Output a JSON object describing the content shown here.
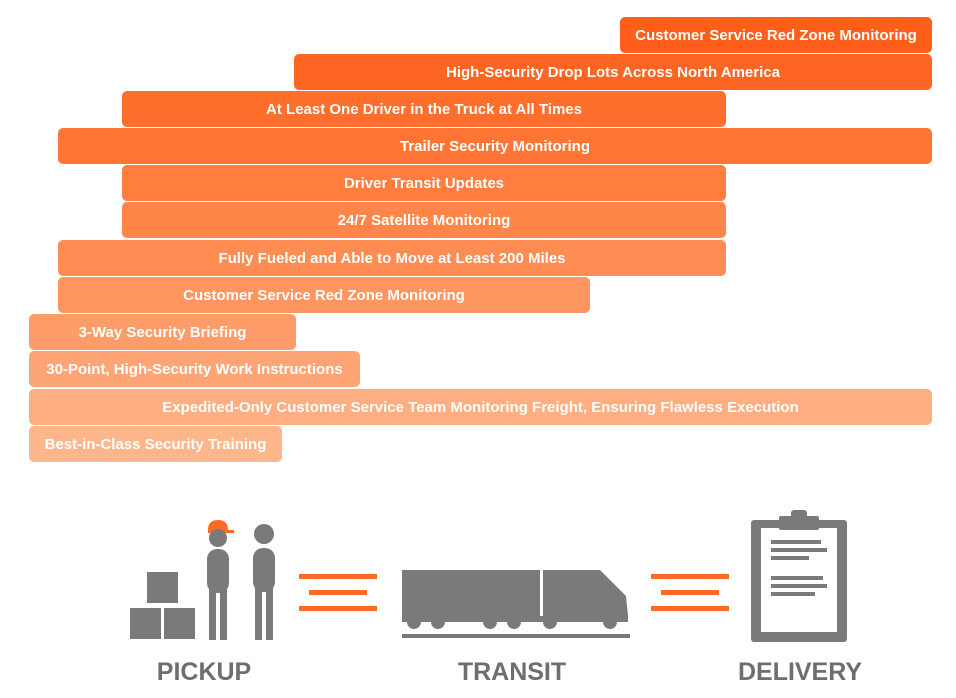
{
  "colors": {
    "bar_shades": [
      "#ff5f1a",
      "#ff6522",
      "#ff6f2c",
      "#ff7534",
      "#ff7d3e",
      "#ff8549",
      "#ff8c53",
      "#ff955f",
      "#ff9d6a",
      "#ffa575",
      "#ffae81",
      "#ffb68b"
    ],
    "icon_gray": "#7a7a7a",
    "accent": "#ff6a25",
    "label_gray": "#6d6e70"
  },
  "security_layers": [
    {
      "label": "Customer Service Red Zone Monitoring"
    },
    {
      "label": "High-Security Drop Lots Across North America"
    },
    {
      "label": "At Least One Driver in the Truck at All Times"
    },
    {
      "label": "Trailer Security Monitoring"
    },
    {
      "label": "Driver Transit Updates"
    },
    {
      "label": "24/7 Satellite Monitoring"
    },
    {
      "label": "Fully Fueled and Able to Move at Least 200 Miles"
    },
    {
      "label": "Customer Service Red Zone Monitoring"
    },
    {
      "label": "3-Way Security Briefing"
    },
    {
      "label": "30-Point, High-Security Work Instructions"
    },
    {
      "label": "Expedited-Only Customer Service Team Monitoring Freight, Ensuring Flawless Execution"
    },
    {
      "label": "Best-in-Class Security Training"
    }
  ],
  "stages": {
    "pickup": "PICKUP",
    "transit": "TRANSIT",
    "delivery": "DELIVERY"
  },
  "icons": {
    "pickup": [
      "boxes-icon",
      "person-with-cap-icon",
      "person-icon"
    ],
    "transit": "semi-truck-icon",
    "delivery": "clipboard-icon",
    "connector": "triple-line-icon"
  }
}
